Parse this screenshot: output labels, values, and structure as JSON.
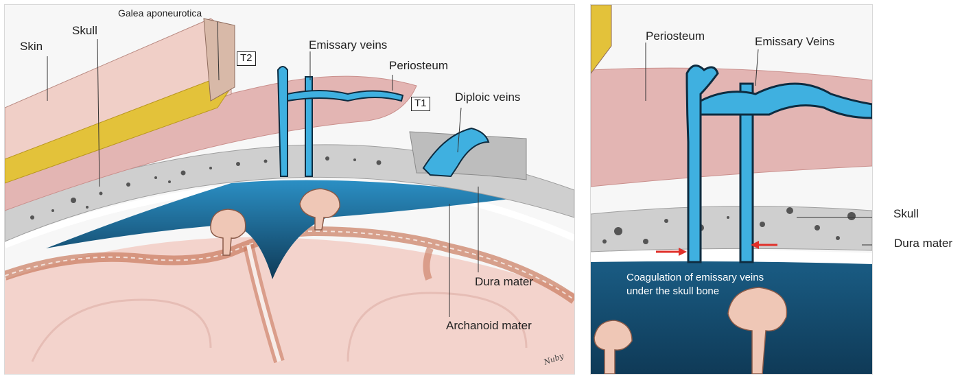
{
  "left_panel": {
    "labels": {
      "skin": "Skin",
      "skull": "Skull",
      "galea": "Galea aponeurotica",
      "emissary": "Emissary veins",
      "periosteum": "Periosteum",
      "diploic": "Diploic veins",
      "dura": "Dura mater",
      "arachnoid": "Archanoid mater",
      "t1": "T1",
      "t2": "T2"
    },
    "signature": "Nuby"
  },
  "right_panel": {
    "labels": {
      "periosteum": "Periosteum",
      "emissary": "Emissary Veins",
      "skull": "Skull",
      "dura": "Dura mater"
    },
    "note_line1": "Coagulation of emissary veins",
    "note_line2": "under the skull bone"
  },
  "colors": {
    "vein": "#3fb0e0",
    "periosteum": "#e3b5b3",
    "galea": "#e3c23a",
    "skull": "#cfcfcf",
    "sinus": "#0f3a57",
    "brain": "#f3d3cc",
    "arrow": "#e0302a"
  }
}
